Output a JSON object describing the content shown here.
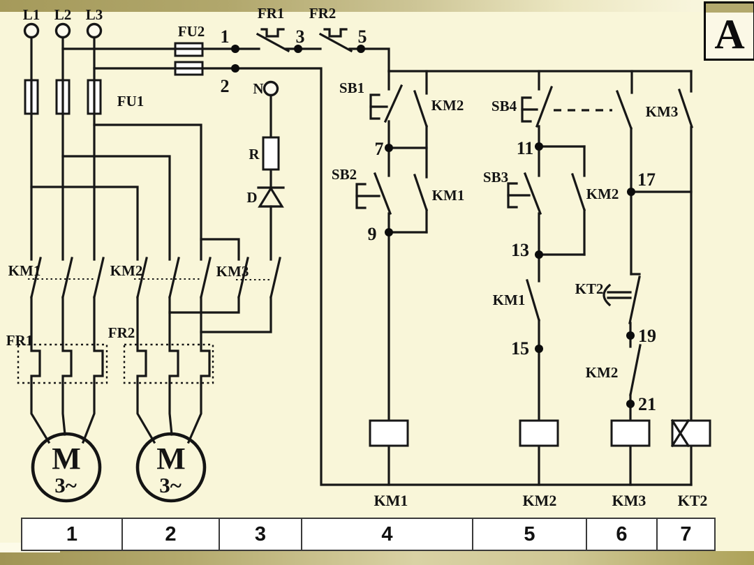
{
  "marker": "A",
  "colors": {
    "background": "#f9f6d9",
    "band_olive": "#a59a5b",
    "wire": "#171717",
    "cell_bg": "#ffffff"
  },
  "power": {
    "l1": "L1",
    "l2": "L2",
    "l3": "L3",
    "fu1": "FU1",
    "fu2": "FU2",
    "km1": "KM1",
    "km2": "KM2",
    "km3": "KM3",
    "fr1": "FR1",
    "fr2": "FR2",
    "n": "N",
    "r": "R",
    "d": "D",
    "motor_m": "M",
    "motor_3ph": "3~"
  },
  "control": {
    "fr1": "FR1",
    "fr2": "FR2",
    "sb1": "SB1",
    "sb2": "SB2",
    "sb3": "SB3",
    "sb4": "SB4",
    "km2_seal": "KM2",
    "km1_seal": "KM1",
    "km2_mid": "KM2",
    "km1_mid": "KM1",
    "km3_aux": "KM3",
    "kt2_contact": "KT2",
    "km2_brake": "KM2",
    "coil_km1": "KM1",
    "coil_km2": "KM2",
    "coil_km3": "KM3",
    "coil_kt2": "KT2",
    "w1": "1",
    "w2": "2",
    "w3": "3",
    "w5": "5",
    "w7": "7",
    "w9": "9",
    "w11": "11",
    "w13": "13",
    "w15": "15",
    "w17": "17",
    "w19": "19",
    "w21": "21"
  },
  "footer": {
    "cells": [
      "1",
      "2",
      "3",
      "4",
      "5",
      "6",
      "7"
    ]
  }
}
